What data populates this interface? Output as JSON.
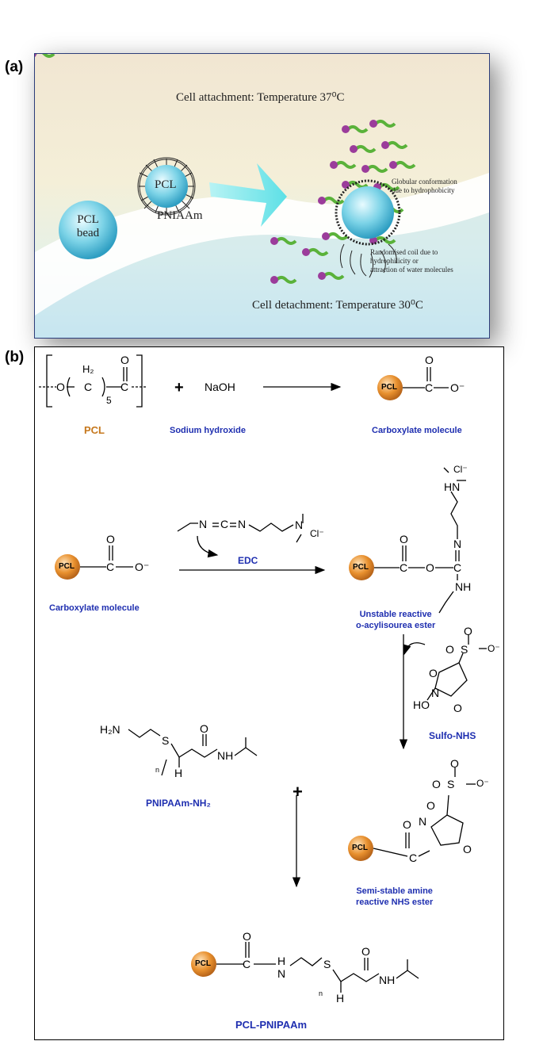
{
  "panel_a": {
    "label": "(a)",
    "top_text": "Cell attachment: Temperature 37⁰C",
    "bottom_text": "Cell detachment: Temperature 30⁰C",
    "bead_label_line1": "PCL",
    "bead_label_line2": "bead",
    "coated_bead_label": "PCL",
    "polymer_label": "PNIAAm",
    "globular_line1": "Globular conformation",
    "globular_line2": "due to hydrophobicity",
    "coil_line1": "Randomised coil due to",
    "coil_line2": "hydrophilicity or",
    "coil_line3": "attraction of water molecules"
  },
  "panel_b": {
    "label": "(b)",
    "step1": {
      "reactant1_label": "PCL",
      "plus": "+",
      "reactant2": "NaOH",
      "reactant2_label": "Sodium hydroxide",
      "product_label": "Carboxylate molecule"
    },
    "step2": {
      "reactant_label": "Carboxylate molecule",
      "reagent_label": "EDC",
      "product_label_line1": "Unstable reactive",
      "product_label_line2": "o-acylisourea ester"
    },
    "step3": {
      "reagent_label": "Sulfo-NHS",
      "amine_label": "PNIPAAm-NH₂",
      "plus": "+",
      "ester_label_line1": "Semi-stable amine",
      "ester_label_line2": "reactive NHS ester"
    },
    "final": {
      "product_label": "PCL-PNIPAAm"
    },
    "bead_text": "PCL",
    "atoms": {
      "O": "O",
      "O_minus": "O⁻",
      "C": "C",
      "N": "N",
      "NH": "NH",
      "HN": "HN",
      "H": "H",
      "Cl_minus": "Cl⁻",
      "S": "S",
      "H2N": "H₂N",
      "HO": "HO",
      "H2": "H₂",
      "five": "5",
      "n": "n"
    }
  },
  "colors": {
    "bead_orange": "#e08a2c",
    "label_blue": "#1f2fb0",
    "label_orange": "#c6781d",
    "bead_blue": "#58c3dc",
    "arrow_cyan": "#7fe6ea"
  }
}
